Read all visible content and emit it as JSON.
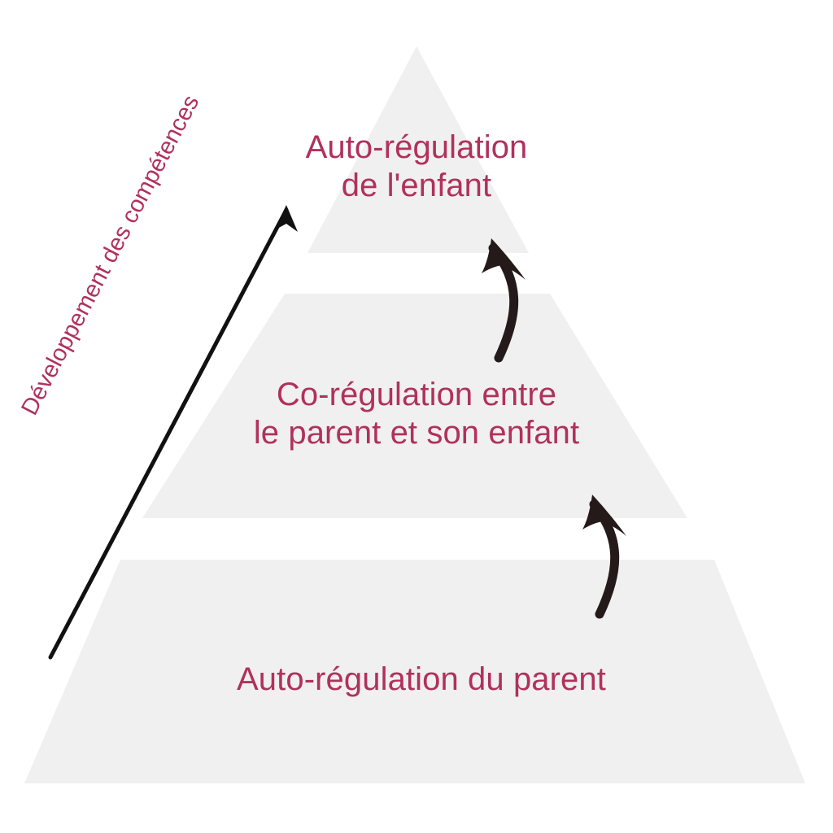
{
  "diagram": {
    "type": "pyramid",
    "orientation": "bottom-up",
    "language": "fr",
    "background_color": "#ffffff",
    "tier_fill_color": "#f0f0f0",
    "text_color": "#b0315c",
    "arrow_color": "#241a1a",
    "tiers": [
      {
        "level": 3,
        "position": "top",
        "label": "Auto-régulation\nde l'enfant",
        "line1": "Auto-régulation",
        "line2": "de l'enfant"
      },
      {
        "level": 2,
        "position": "middle",
        "label": "Co-régulation entre\nle parent et son enfant",
        "line1": "Co-régulation entre",
        "line2": "le parent et son enfant"
      },
      {
        "level": 1,
        "position": "bottom",
        "label": "Auto-régulation du parent",
        "line1": "Auto-régulation du parent",
        "line2": ""
      }
    ],
    "axis": {
      "label": "Développement des compétences",
      "direction": "upward",
      "arrow_name": "progression-arrow"
    },
    "flow_arrows": [
      {
        "name": "arrow-bottom-to-middle",
        "from": "Auto-régulation du parent",
        "to": "Co-régulation entre le parent et son enfant"
      },
      {
        "name": "arrow-middle-to-top",
        "from": "Co-régulation entre le parent et son enfant",
        "to": "Auto-régulation de l'enfant"
      }
    ]
  }
}
